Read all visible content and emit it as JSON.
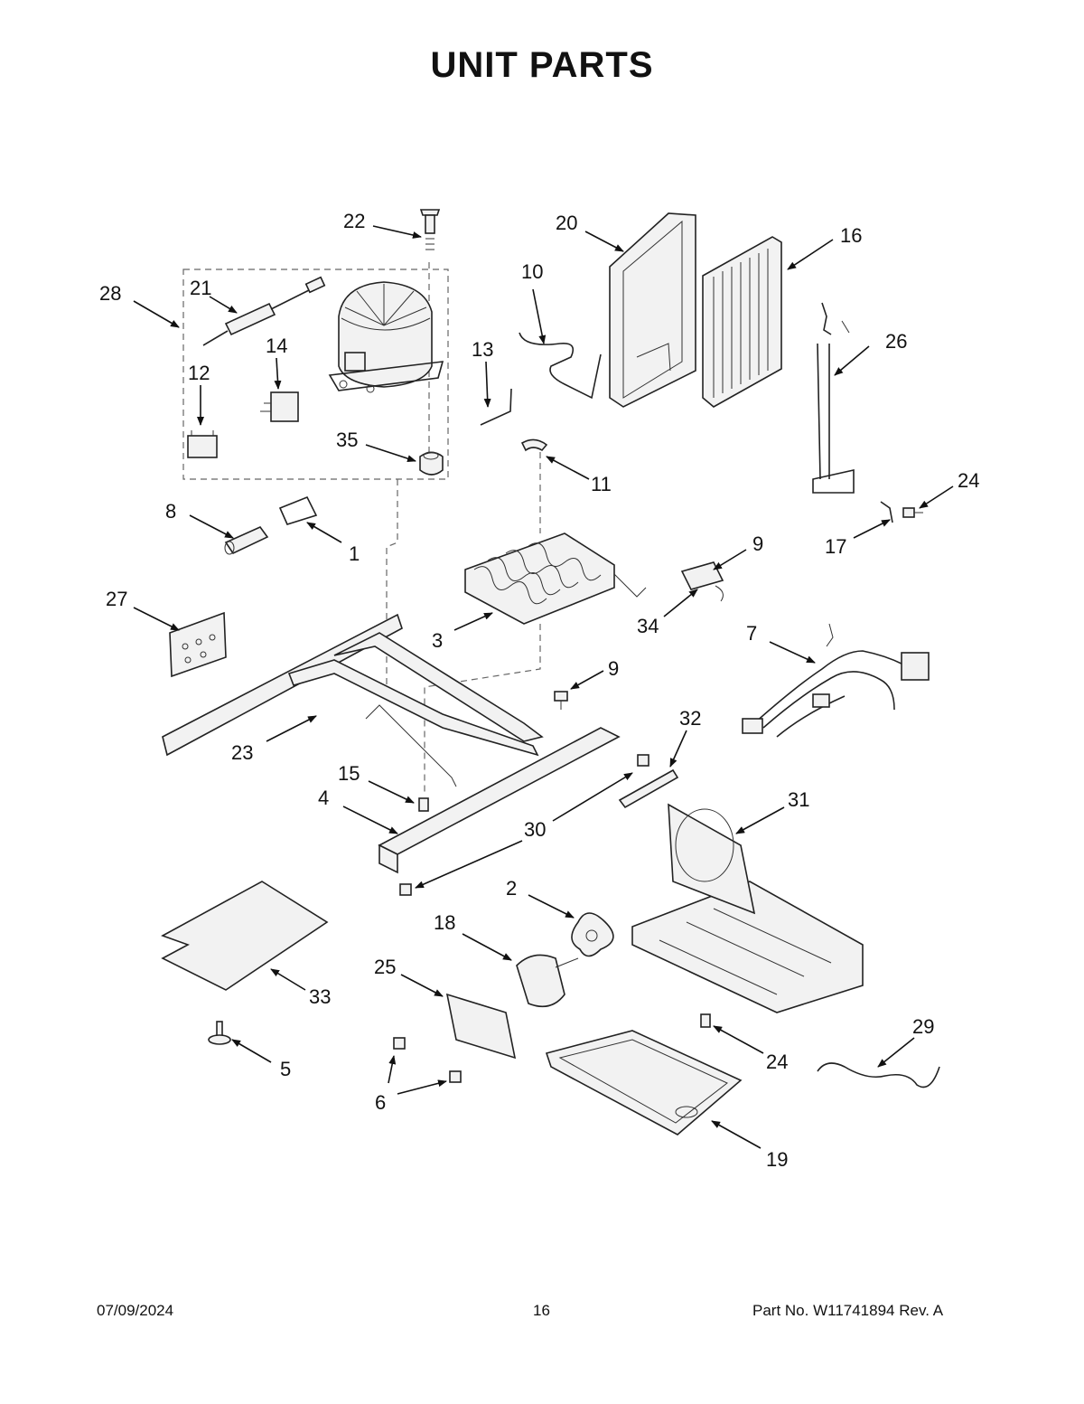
{
  "title": "UNIT PARTS",
  "footer": {
    "date": "07/09/2024",
    "page": "16",
    "part_no": "Part No.  W11741894  Rev.  A"
  },
  "callouts": [
    {
      "id": "22",
      "label": "22"
    },
    {
      "id": "20",
      "label": "20"
    },
    {
      "id": "16",
      "label": "16"
    },
    {
      "id": "10",
      "label": "10"
    },
    {
      "id": "28",
      "label": "28"
    },
    {
      "id": "21",
      "label": "21"
    },
    {
      "id": "14",
      "label": "14"
    },
    {
      "id": "12",
      "label": "12"
    },
    {
      "id": "13",
      "label": "13"
    },
    {
      "id": "26",
      "label": "26"
    },
    {
      "id": "35",
      "label": "35"
    },
    {
      "id": "11",
      "label": "11"
    },
    {
      "id": "24a",
      "label": "24"
    },
    {
      "id": "8",
      "label": "8"
    },
    {
      "id": "1",
      "label": "1"
    },
    {
      "id": "17",
      "label": "17"
    },
    {
      "id": "9a",
      "label": "9"
    },
    {
      "id": "27",
      "label": "27"
    },
    {
      "id": "3",
      "label": "3"
    },
    {
      "id": "34",
      "label": "34"
    },
    {
      "id": "7",
      "label": "7"
    },
    {
      "id": "9b",
      "label": "9"
    },
    {
      "id": "32",
      "label": "32"
    },
    {
      "id": "23",
      "label": "23"
    },
    {
      "id": "15",
      "label": "15"
    },
    {
      "id": "4",
      "label": "4"
    },
    {
      "id": "31",
      "label": "31"
    },
    {
      "id": "30",
      "label": "30"
    },
    {
      "id": "2",
      "label": "2"
    },
    {
      "id": "18",
      "label": "18"
    },
    {
      "id": "25",
      "label": "25"
    },
    {
      "id": "33",
      "label": "33"
    },
    {
      "id": "5",
      "label": "5"
    },
    {
      "id": "24b",
      "label": "24"
    },
    {
      "id": "29",
      "label": "29"
    },
    {
      "id": "6",
      "label": "6"
    },
    {
      "id": "19",
      "label": "19"
    }
  ]
}
